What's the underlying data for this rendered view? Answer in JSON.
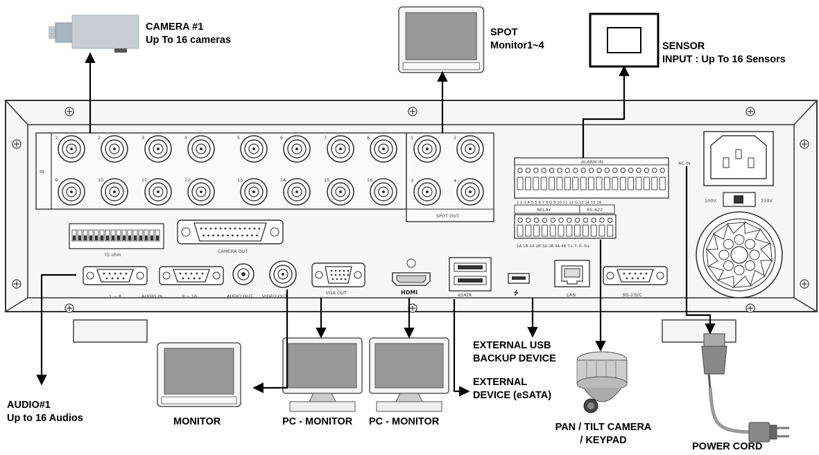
{
  "labels": {
    "camera": [
      "CAMERA #1",
      "Up To  16 cameras"
    ],
    "spot": [
      "SPOT",
      "Monitor1~4"
    ],
    "sensor": [
      "SENSOR",
      "INPUT : Up  To 16 Sensors"
    ],
    "audio": [
      "AUDIO#1",
      "Up to  16 Audios"
    ],
    "monitor": "MONITOR",
    "pc_monitor_1": "PC - MONITOR",
    "pc_monitor_2": "PC - MONITOR",
    "usb": [
      "EXTERNAL  USB",
      "BACKUP DEVICE"
    ],
    "esata_dev": [
      "EXTERNAL",
      "DEVICE (eSATA)"
    ],
    "ptz": [
      "PAN / TILT CAMERA",
      "/ KEYPAD"
    ],
    "power": "POWER CORD"
  },
  "panel": {
    "in_label": "IN",
    "video_in_top": [
      "1",
      "2",
      "3",
      "4",
      "5",
      "6",
      "7",
      "8"
    ],
    "video_in_bottom": [
      "9",
      "10",
      "11",
      "12",
      "13",
      "14",
      "15",
      "16"
    ],
    "spot_nums": [
      "1",
      "2",
      "3",
      "4"
    ],
    "spot_out": "SPOT OUT",
    "ohm": "75 ohm",
    "camera_out": "CAMERA OUT",
    "port_1_8": "1 ~ 8",
    "audio_in": "AUDIO IN",
    "port_9_16": "9 ~ 16",
    "audio_out": "AUDIO OUT",
    "video_out": "VIDEO OUT",
    "vga_out": "VGA OUT",
    "hdmi": "HDMI",
    "esata": "eSATA",
    "usb_sym": "⭍",
    "lan": "LAN",
    "rs232": "RS-232C",
    "alarm_in": "ALARM IN",
    "alarm_nums": "1  2  3  4  G  5  6  7  8  G  9  10  11  12  G  13  14  15  16",
    "relay": "RELAY",
    "rs422": "RS-422",
    "relay_nums": "1A 1B 2A 2B 3A 3B 4A 4B T+ T- R- R+",
    "ac_in": "AC IN",
    "v100": "100V",
    "v230": "230V"
  },
  "colors": {
    "panel_fill": "#f7f7f7",
    "line": "#000000"
  }
}
